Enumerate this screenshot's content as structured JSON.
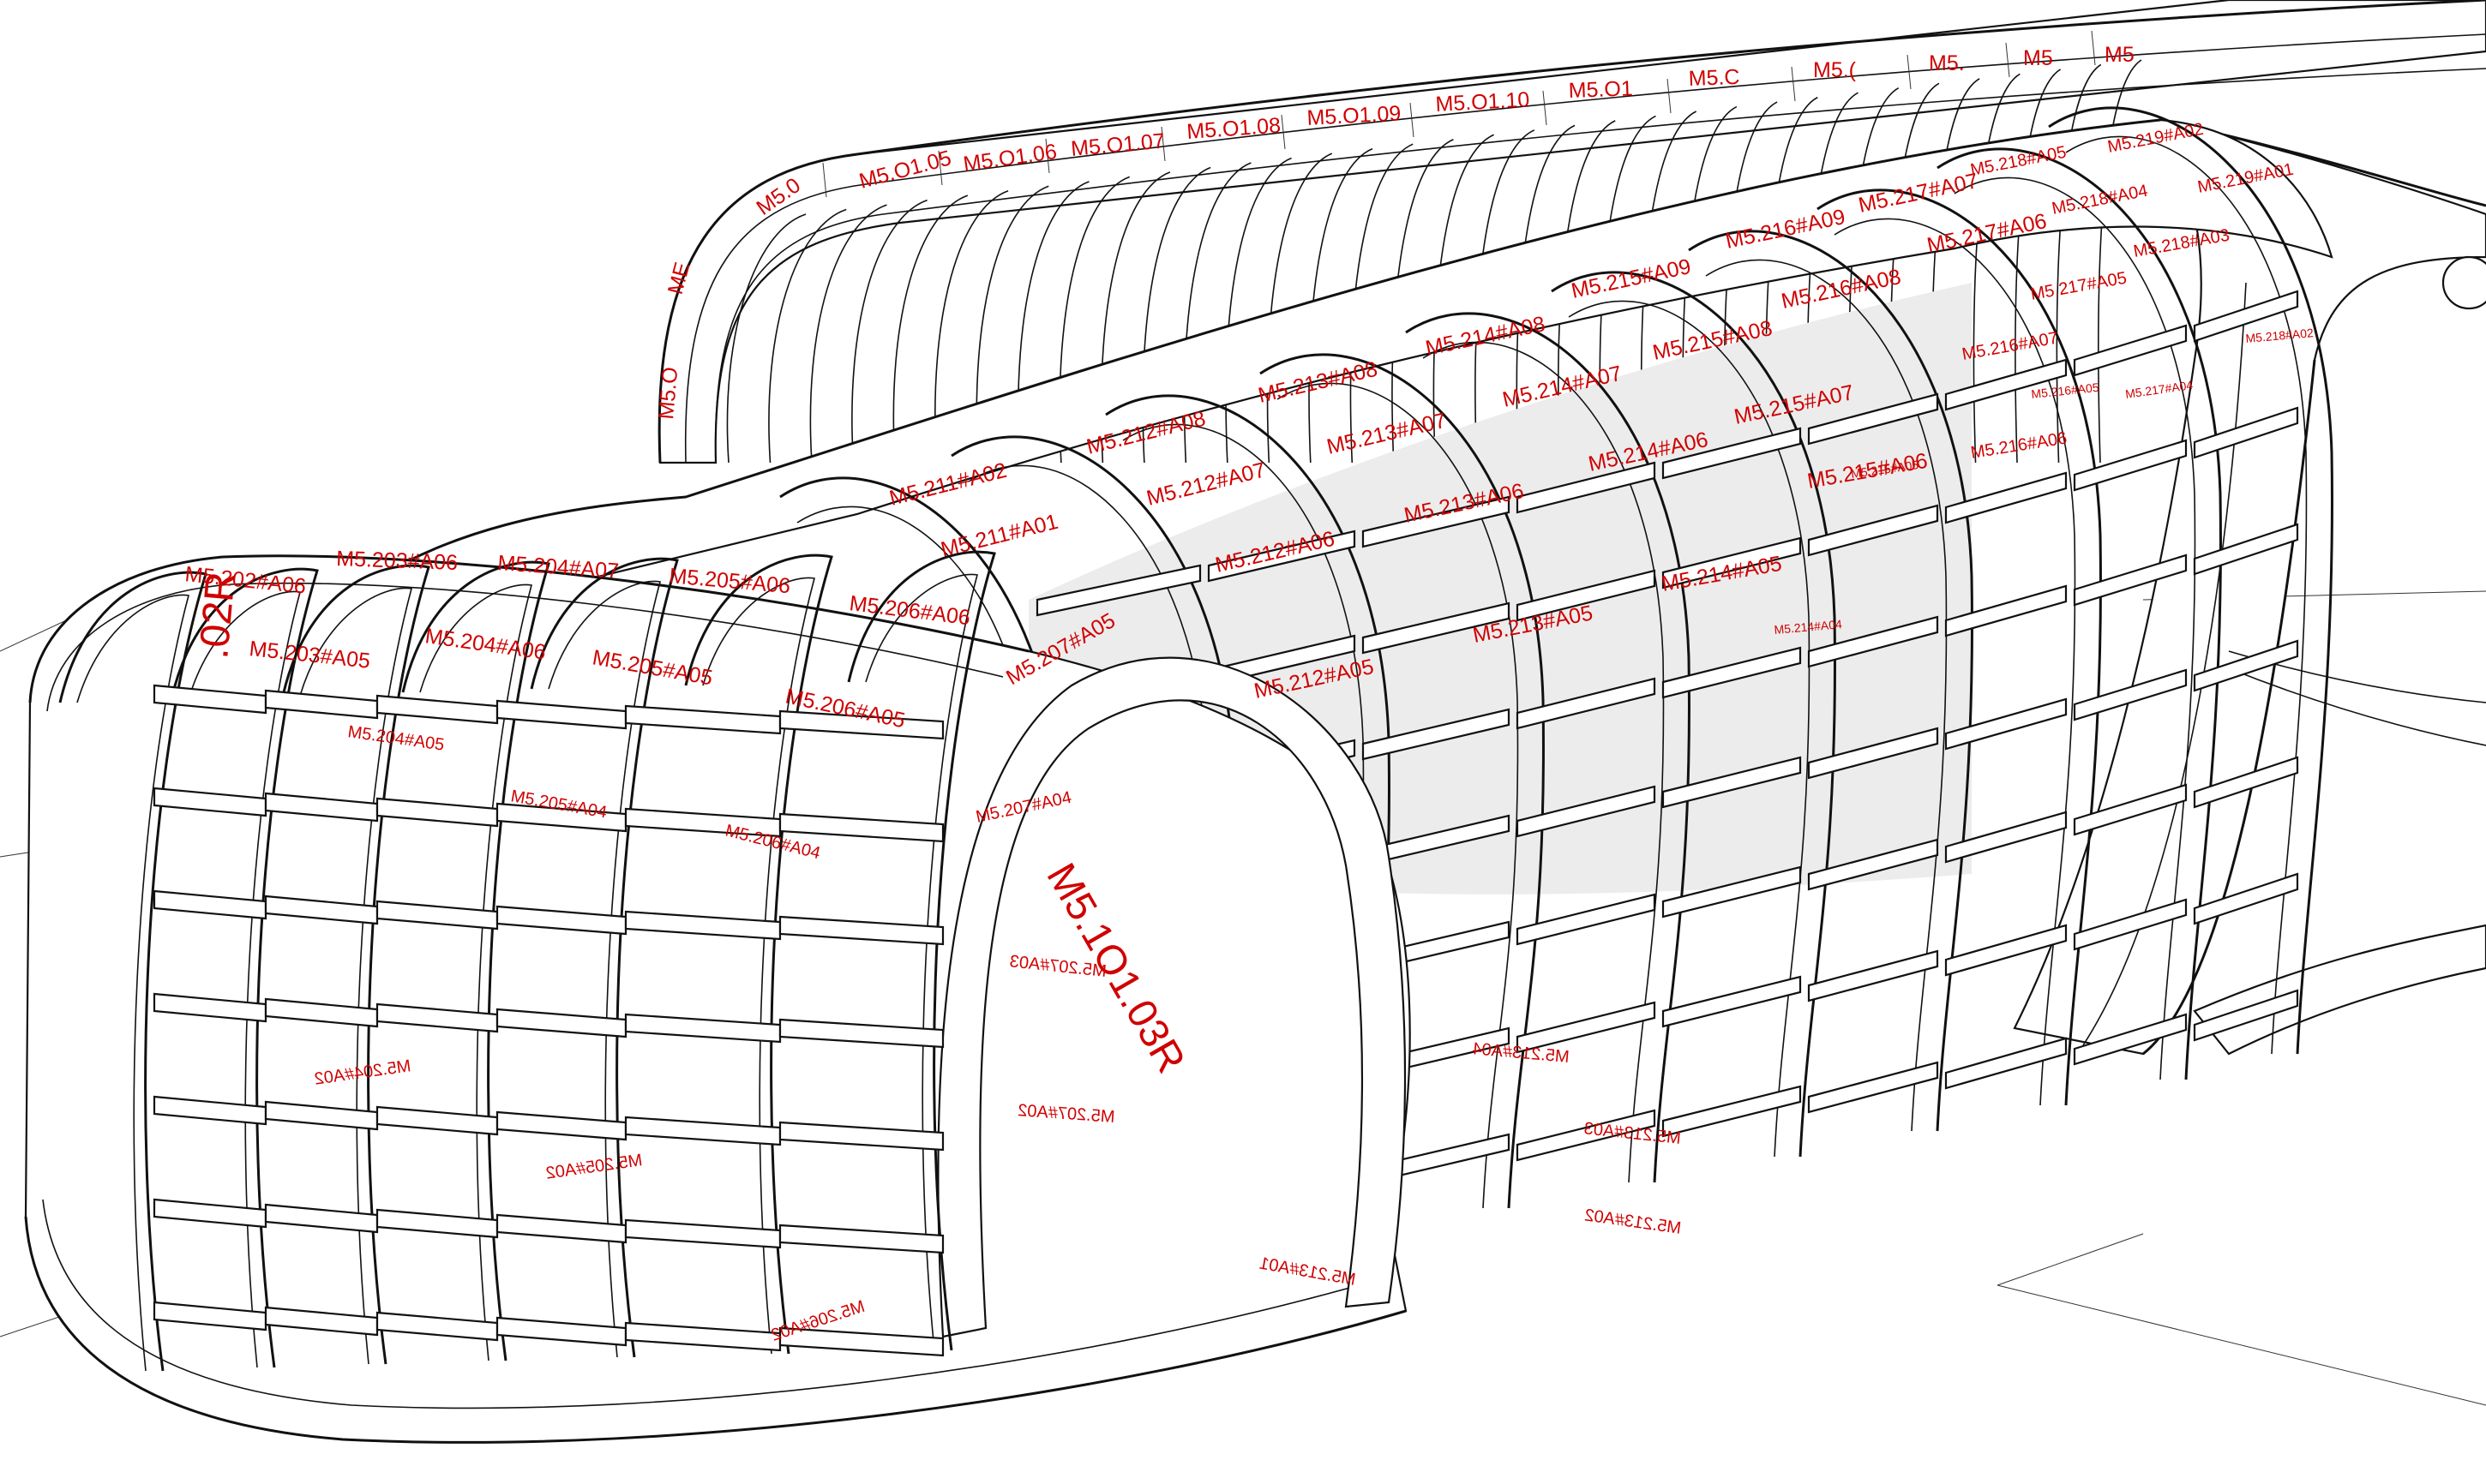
{
  "diagram": {
    "outer_rim_labels": [
      "ME",
      "M5.O",
      "M5.0",
      "M5.O1.05",
      "M5.O1.06",
      "M5.O1.07",
      "M5.O1.08",
      "M5.O1.09",
      "M5.O1.10",
      "M5.O1",
      "M5.C",
      "M5.(",
      "M5.",
      "M5",
      "M5"
    ],
    "inner_rim_label": "M5.1O1.03R",
    "left_edge_label": ".02R",
    "front_top_labels": [
      "M5.202#A06",
      "M5.203#A06",
      "M5.204#A07",
      "M5.205#A06",
      "M5.206#A06"
    ],
    "upper_top_labels": [
      "M5.211#A02",
      "M5.212#A08",
      "M5.213#A08",
      "M5.214#A08",
      "M5.215#A09",
      "M5.216#A09",
      "M5.217#A07",
      "M5.218#A05",
      "M5.219#A02"
    ],
    "second_row_labels": [
      "M5.211#A01",
      "M5.212#A07",
      "M5.213#A07",
      "M5.214#A07",
      "M5.215#A08",
      "M5.216#A08",
      "M5.217#A06",
      "M5.218#A04",
      "M5.219#A01"
    ],
    "third_row_labels": [
      "M5.212#A06",
      "M5.213#A06",
      "M5.214#A06",
      "M5.215#A07",
      "M5.216#A07",
      "M5.218#A03"
    ],
    "fourth_row_labels": [
      "M5.212#A05",
      "M5.213#A05",
      "M5.214#A05",
      "M5.215#A06",
      "M5.216#A06",
      "M5.217#A05"
    ],
    "front_second_labels": [
      "M5.203#A05",
      "M5.204#A06",
      "M5.205#A05",
      "M5.206#A05",
      "M5.207#A05"
    ],
    "front_third_labels": [
      "M5.204#A05",
      "M5.205#A04",
      "M5.206#A04",
      "M5.207#A04"
    ],
    "mirrored_labels": [
      "M5.207#A03",
      "M5.207#A02",
      "M5.206#A02",
      "M5.205#A02",
      "M5.204#A02",
      "M5.213#A04",
      "M5.213#A03",
      "M5.213#A02",
      "M5.213#A01"
    ],
    "small_labels": [
      "M5.218#A02",
      "M5.217#A04",
      "M5.216#A05",
      "M5.215#A05",
      "M5.214#A04"
    ]
  }
}
